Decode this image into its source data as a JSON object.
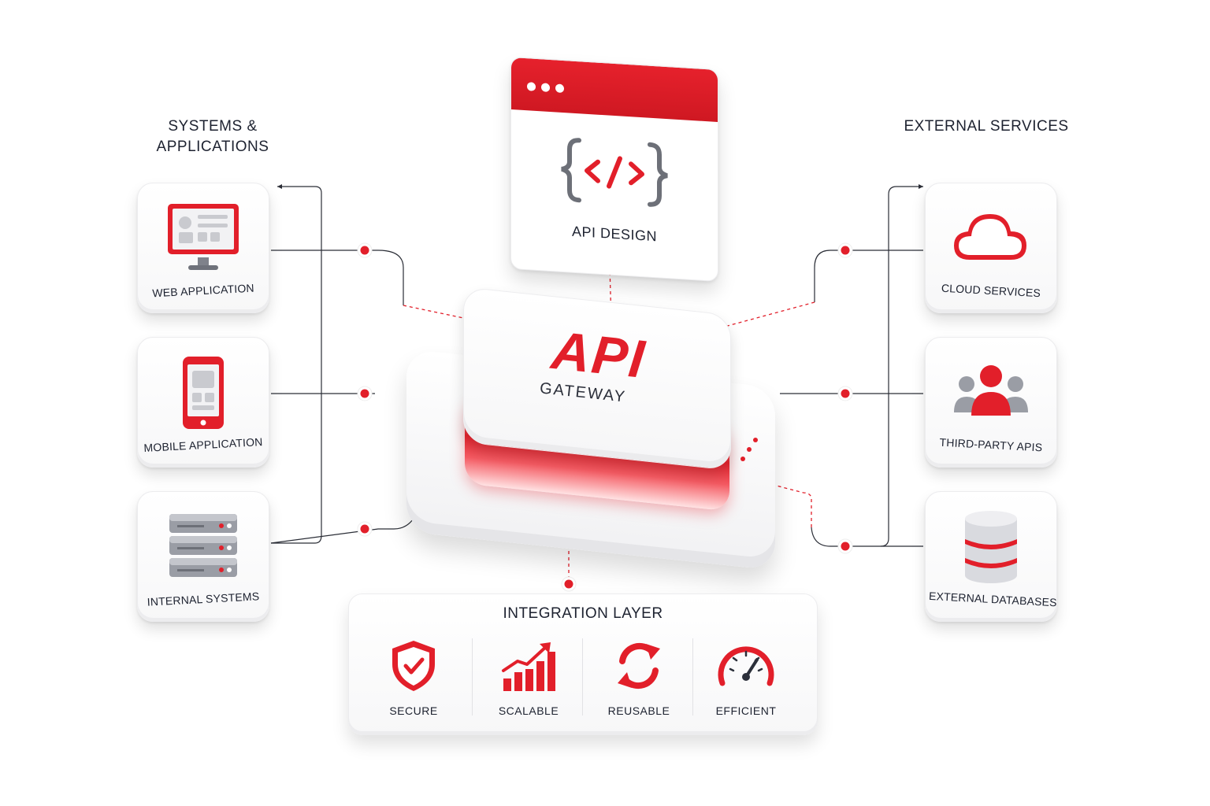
{
  "groups": {
    "left_title": "SYSTEMS & APPLICATIONS",
    "right_title": "EXTERNAL SERVICES"
  },
  "left_cards": [
    {
      "label": "WEB APPLICATION",
      "icon": "monitor-icon"
    },
    {
      "label": "MOBILE APPLICATION",
      "icon": "smartphone-icon"
    },
    {
      "label": "INTERNAL SYSTEMS",
      "icon": "server-rack-icon"
    }
  ],
  "right_cards": [
    {
      "label": "CLOUD SERVICES",
      "icon": "cloud-icon"
    },
    {
      "label": "THIRD-PARTY APIS",
      "icon": "users-group-icon"
    },
    {
      "label": "EXTERNAL DATABASES",
      "icon": "database-icon"
    }
  ],
  "api_design": {
    "title": "API DESIGN",
    "icon": "code-brackets-icon"
  },
  "gateway": {
    "main": "API",
    "sub": "GATEWAY"
  },
  "integration": {
    "title": "INTEGRATION LAYER",
    "features": [
      {
        "label": "SECURE",
        "icon": "shield-check-icon"
      },
      {
        "label": "SCALABLE",
        "icon": "growth-chart-icon"
      },
      {
        "label": "REUSABLE",
        "icon": "refresh-cycle-icon"
      },
      {
        "label": "EFFICIENT",
        "icon": "speedometer-icon"
      }
    ]
  },
  "colors": {
    "accent": "#e21f2a",
    "text": "#1d2230",
    "icon_gray": "#8a8d96"
  }
}
